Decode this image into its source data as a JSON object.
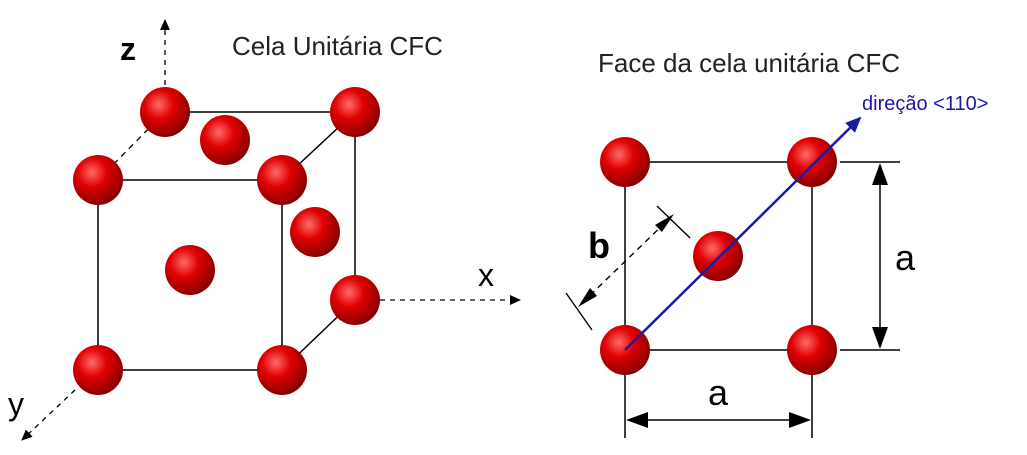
{
  "left_figure": {
    "title": "Cela Unitária CFC",
    "axis_z": "z",
    "axis_x": "x",
    "axis_y": "y"
  },
  "right_figure": {
    "title": "Face da cela unitária CFC",
    "direction_label": "direção <110>",
    "dim_a_vertical": "a",
    "dim_a_horizontal": "a",
    "dim_b": "b"
  },
  "colors": {
    "atom": "#dd0000",
    "atom_highlight": "#ff5a5a",
    "line": "#000000",
    "direction_arrow": "#1a1aa8"
  }
}
